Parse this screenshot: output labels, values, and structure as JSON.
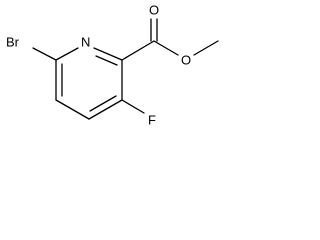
{
  "molecule": {
    "atoms": {
      "bromine": "Br",
      "ring_nitrogen": "N",
      "carbonyl_oxygen": "O",
      "ester_oxygen": "O",
      "fluorine": "F"
    },
    "colors": {
      "ink": "#000000",
      "background": "#ffffff"
    }
  }
}
